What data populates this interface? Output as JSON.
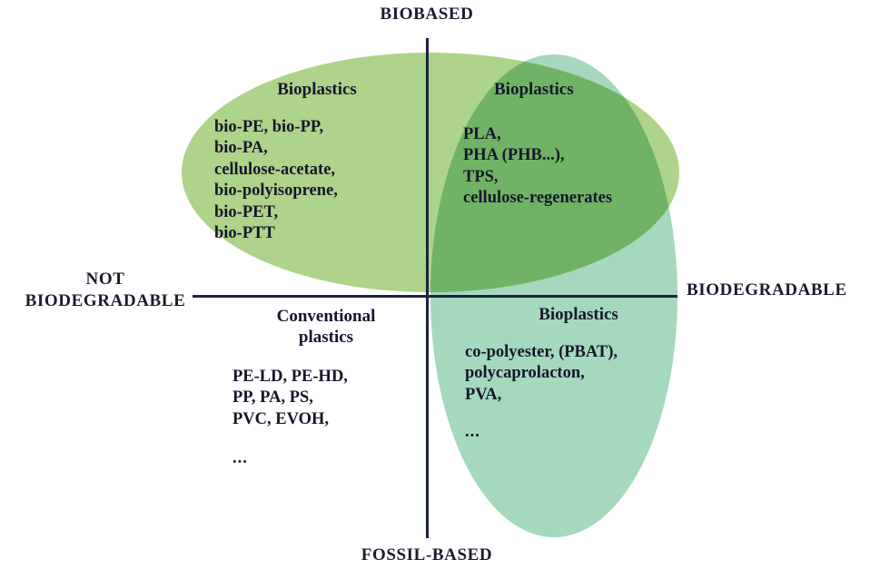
{
  "diagram": {
    "title": "Biobased / biodegradable plastics classification matrix",
    "axes": {
      "top_label": "BIOBASED",
      "bottom_label": "FOSSIL-BASED",
      "left_label": "NOT\nBIODEGRADABLE",
      "right_label": "BIODEGRADABLE"
    },
    "colors": {
      "biobased_ellipse": "#aed38a",
      "biodegradable_ellipse": "#a5d8bd",
      "overlap": "#7cc08b",
      "axis_line": "#1b2340",
      "text": "#16162b",
      "background": "#ffffff"
    },
    "regions": {
      "top_left": {
        "name": "biobased-not-biodegradable",
        "title": "Bioplastics",
        "items": "bio-PE, bio-PP,\nbio-PA,\ncellulose-acetate,\nbio-polyisoprene,\nbio-PET,\nbio-PTT"
      },
      "top_right": {
        "name": "biobased-biodegradable",
        "title": "Bioplastics",
        "items": "PLA,\nPHA (PHB...),\nTPS,\ncellulose-regenerates"
      },
      "bottom_left": {
        "name": "fossilbased-not-biodegradable",
        "title": "Conventional\nplastics",
        "items": "PE-LD, PE-HD,\nPP, PA, PS,\nPVC, EVOH,",
        "more": "..."
      },
      "bottom_right": {
        "name": "fossilbased-biodegradable",
        "title": "Bioplastics",
        "items": "co-polyester, (PBAT),\npolycaprolacton,\nPVA,",
        "more": "..."
      }
    }
  }
}
